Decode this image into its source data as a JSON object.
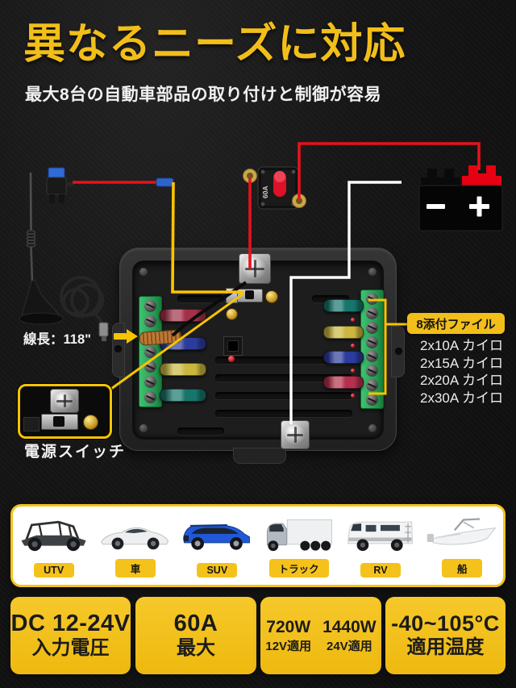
{
  "header": {
    "title": "異なるニーズに対応",
    "subtitle": "最大8台の自動車部品の取り付けと制御が容易"
  },
  "diagram": {
    "wire_length_label": "線長：118\"",
    "power_switch_label": "電源スイッチ",
    "breaker_rating": "60A",
    "battery": {
      "minus_symbol": "−",
      "plus_symbol": "+"
    },
    "attachments": {
      "badge": "8添付ファイル",
      "items": [
        "2x10A カイロ",
        "2x15A カイロ",
        "2x20A カイロ",
        "2x30A カイロ"
      ]
    }
  },
  "vehicles": [
    {
      "label": "UTV"
    },
    {
      "label": "車"
    },
    {
      "label": "SUV"
    },
    {
      "label": "トラック"
    },
    {
      "label": "RV"
    },
    {
      "label": "船"
    }
  ],
  "specs": {
    "box1": {
      "value": "DC 12-24V",
      "label": "入力電圧"
    },
    "box2": {
      "value": "60A",
      "label": "最大"
    },
    "box3": {
      "left_value": "720W",
      "right_value": "1440W",
      "left_label": "12V適用",
      "right_label": "24V適用"
    },
    "box4": {
      "value": "-40~105°C",
      "label": "適用温度"
    }
  },
  "colors": {
    "accent_yellow": "#F2BE19",
    "wire_yellow": "#FFC400",
    "wire_red": "#E8111C",
    "wire_white": "#FFFFFF",
    "terminal_green": "#2FA85C",
    "battery_red": "#E60012"
  }
}
